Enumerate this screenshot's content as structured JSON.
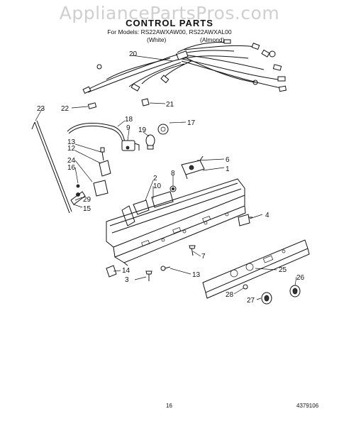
{
  "watermark": "AppliancePartsPros.com",
  "title": "CONTROL PARTS",
  "models_line": "For Models: RS22AWXAW00, RS22AWXAL00",
  "finish_white": "(White)",
  "finish_almond": "(Almond)",
  "page_number": "16",
  "doc_number": "4379106",
  "callouts": [
    "20",
    "22",
    "21",
    "23",
    "18",
    "9",
    "19",
    "17",
    "13",
    "12",
    "6",
    "1",
    "24",
    "16",
    "8",
    "2",
    "10",
    "29",
    "15",
    "4",
    "7",
    "14",
    "3",
    "13",
    "25",
    "26",
    "28",
    "27"
  ]
}
